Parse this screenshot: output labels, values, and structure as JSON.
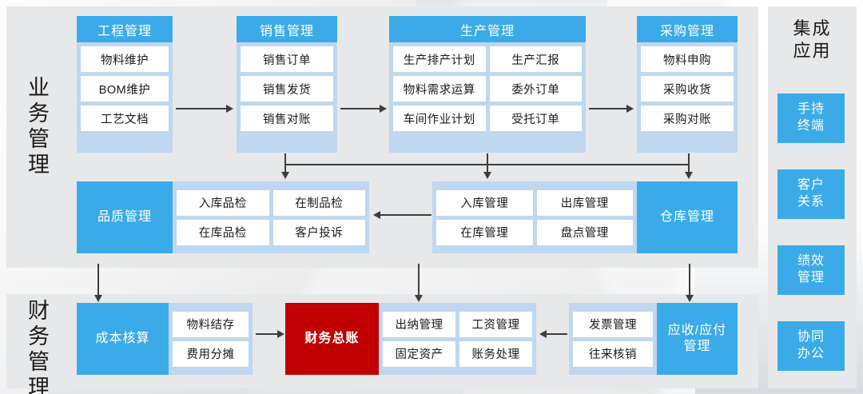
{
  "sections": {
    "business_label": "业务管理",
    "finance_label": "财务管理",
    "integrated_title": "集成\n应用"
  },
  "business_row1": [
    {
      "title": "工程管理",
      "items": [
        "物料维护",
        "BOM维护",
        "工艺文档"
      ]
    },
    {
      "title": "销售管理",
      "items": [
        "销售订单",
        "销售发货",
        "销售对账"
      ]
    },
    {
      "title": "生产管理",
      "items": [
        "生产排产计划",
        "生产汇报",
        "物料需求运算",
        "委外订单",
        "车间作业计划",
        "受托订单"
      ]
    },
    {
      "title": "采购管理",
      "items": [
        "物料申购",
        "采购收货",
        "采购对账"
      ]
    }
  ],
  "business_row2": [
    {
      "title": "品质管理",
      "items": [
        "入库品检",
        "在制品检",
        "在库品检",
        "客户投诉"
      ]
    },
    {
      "title": "仓库管理",
      "items": [
        "入库管理",
        "出库管理",
        "在库管理",
        "盘点管理"
      ]
    }
  ],
  "finance_row": [
    {
      "title": "成本核算",
      "items": [
        "物料结存",
        "费用分摊"
      ]
    },
    {
      "title": "财务总账",
      "items": [
        "出纳管理",
        "工资管理",
        "固定资产",
        "账务处理"
      ]
    },
    {
      "title": "应收/应付\n管理",
      "items": [
        "发票管理",
        "往来核销"
      ]
    }
  ],
  "integrated_apps": [
    {
      "label": "手持\n终端"
    },
    {
      "label": "客户\n关系"
    },
    {
      "label": "绩效\n管理"
    },
    {
      "label": "协同\n办公"
    }
  ],
  "colors": {
    "header_blue": "#3aabe8",
    "body_light_blue": "#bfd7ef",
    "ledger_red": "#c00000",
    "panel_gray": "#e7e8e9",
    "chip_white": "#ffffff",
    "text_dark": "#1a1a1a",
    "connector": "#3d3d3d"
  }
}
